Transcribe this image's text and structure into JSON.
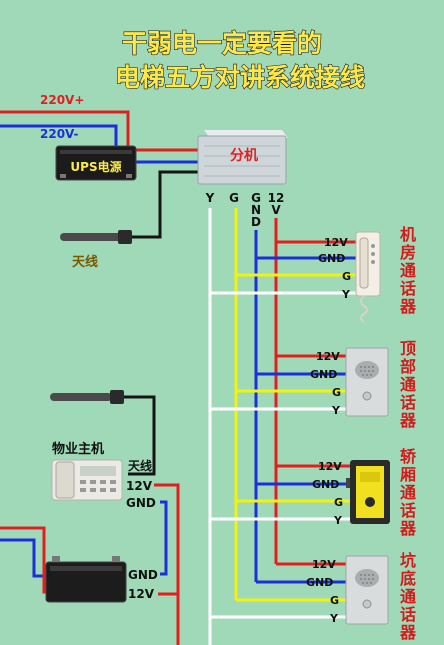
{
  "title": {
    "line1": "干弱电一定要看的",
    "line2": "电梯五方对讲系统接线"
  },
  "power": {
    "live": "220V+",
    "neutral": "220V-"
  },
  "ups": {
    "label": "UPS电源"
  },
  "host": {
    "label": "分机"
  },
  "host_terminals": [
    "Y",
    "G",
    "G\nN\nD",
    "12\nV"
  ],
  "antenna_top": {
    "label": "天线"
  },
  "property_host": {
    "label": "物业主机",
    "antenna": "天线"
  },
  "property_terminals": {
    "v12": "12V",
    "gnd": "GND"
  },
  "battery_terminals": {
    "gnd": "GND",
    "v12": "12V"
  },
  "wire_labels": {
    "v12": "12V",
    "gnd": "GND",
    "g": "G",
    "y": "Y"
  },
  "stations": [
    {
      "name": "机房通话器",
      "chars": [
        "机",
        "房",
        "通",
        "话",
        "器"
      ]
    },
    {
      "name": "顶部通话器",
      "chars": [
        "顶",
        "部",
        "通",
        "话",
        "器"
      ]
    },
    {
      "name": "轿厢通话器",
      "chars": [
        "轿",
        "厢",
        "通",
        "话",
        "器"
      ]
    },
    {
      "name": "坑底通话器",
      "chars": [
        "坑",
        "底",
        "通",
        "话",
        "器"
      ]
    }
  ],
  "colors": {
    "background": "#9fd9b8",
    "red_wire": "#e02020",
    "blue_wire": "#1e2fd8",
    "yellow_wire": "#f2f20a",
    "white_wire": "#ffffff",
    "black_wire": "#151515"
  }
}
